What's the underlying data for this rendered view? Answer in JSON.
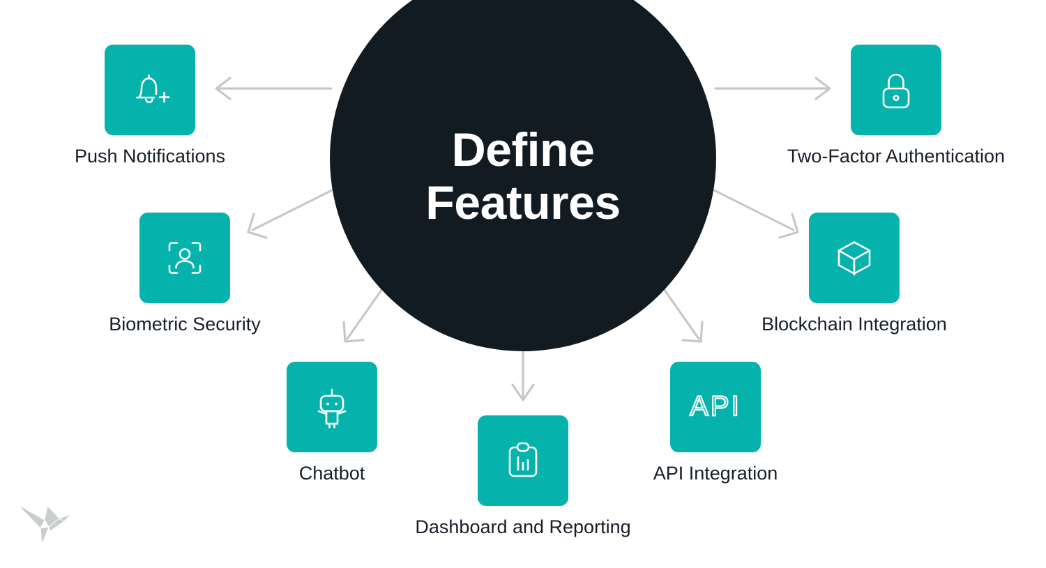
{
  "diagram": {
    "type": "hub-and-spoke",
    "background_color": "#ffffff",
    "hub": {
      "name": "Define Features",
      "line1": "Define",
      "line2": "Features",
      "shape": "circle",
      "fill_color": "#131b22",
      "text_color": "#ffffff"
    },
    "accent_color": "#06b3ac",
    "arrow_color": "#c5c7c9",
    "label_color": "#161e27",
    "nodes": [
      {
        "id": "push-notifications",
        "label": "Push Notifications",
        "icon": "bell-plus-icon",
        "direction": "left"
      },
      {
        "id": "two-factor",
        "label": "Two-Factor Authentication",
        "icon": "lock-icon",
        "direction": "right"
      },
      {
        "id": "biometric-security",
        "label": "Biometric Security",
        "icon": "face-scan-icon",
        "direction": "lower-left"
      },
      {
        "id": "blockchain",
        "label": "Blockchain Integration",
        "icon": "cube-icon",
        "direction": "lower-right"
      },
      {
        "id": "chatbot",
        "label": "Chatbot",
        "icon": "robot-icon",
        "direction": "bottom-left"
      },
      {
        "id": "api-integration",
        "label": "API Integration",
        "icon": "api-text-icon",
        "direction": "bottom-right"
      },
      {
        "id": "dashboard-reporting",
        "label": "Dashboard and Reporting",
        "icon": "clipboard-chart-icon",
        "direction": "bottom"
      }
    ],
    "api_icon_text": "API",
    "logo": {
      "name": "origami-bird-logo",
      "color": "#c9cdcd"
    }
  }
}
